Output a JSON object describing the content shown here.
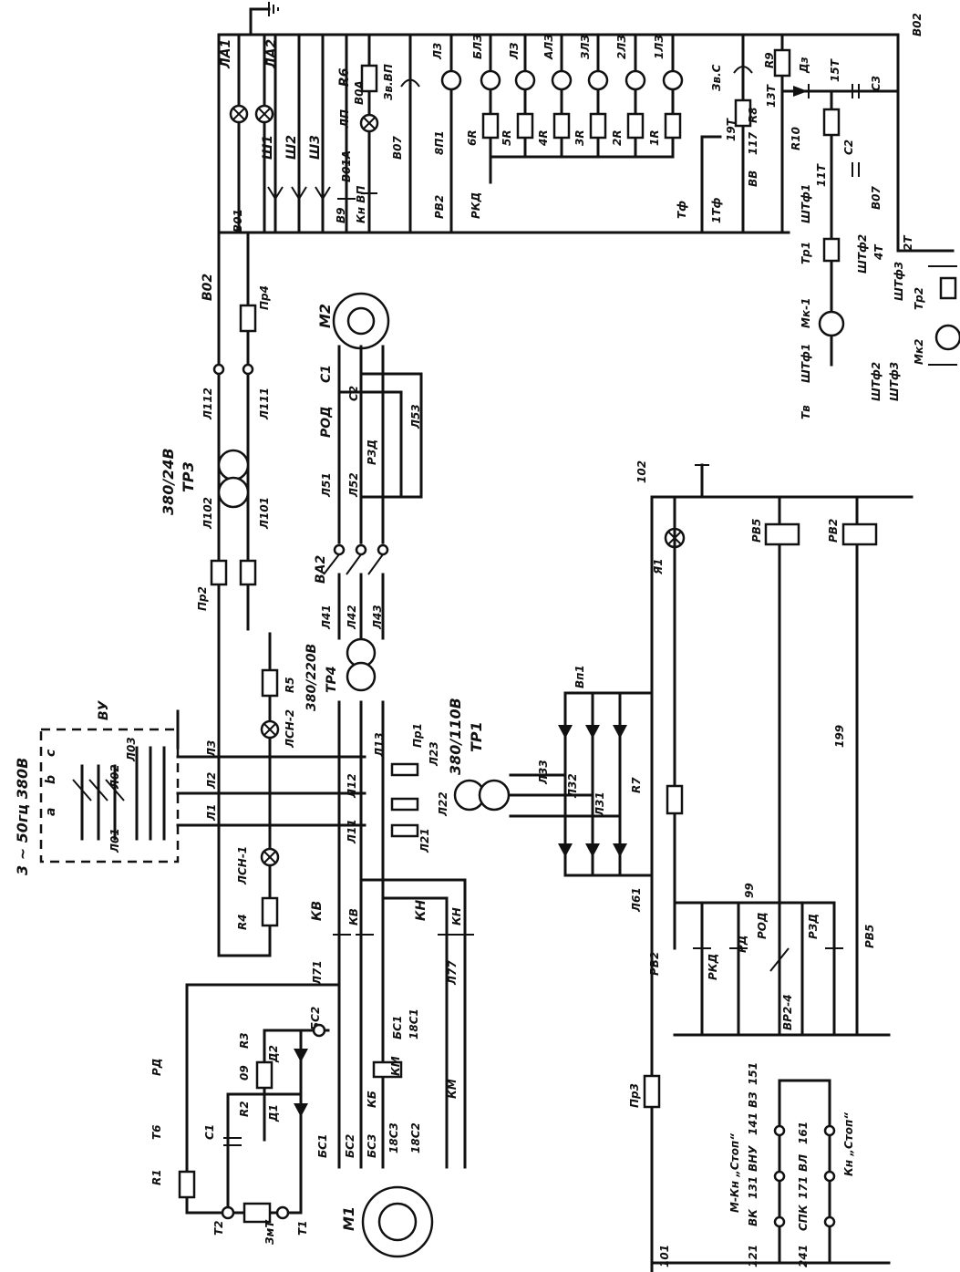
{
  "labels": {
    "supply": "3 ~ 50гц 380В",
    "phase_a": "a",
    "phase_b": "b",
    "phase_c": "c",
    "vu": "ВУ",
    "l01": "Л01",
    "l02": "Л02",
    "l03": "Л03",
    "l1": "Л1",
    "l2": "Л2",
    "l3": "Л3",
    "lsn1": "ЛСН-1",
    "lsn2": "ЛСН-2",
    "r4": "R4",
    "r5": "R5",
    "tr4_ratio": "380/220В",
    "tr4": "ТР4",
    "tr3_ratio": "380/24В",
    "tr3": "ТР3",
    "tr1_ratio": "380/110В",
    "tr1": "ТР1",
    "pr1": "Пр1",
    "pr2": "Пр2",
    "pr3": "Пр3",
    "pr4": "Пр4",
    "l11": "Л11",
    "l12": "Л12",
    "l13": "Л13",
    "l21": "Л21",
    "l22": "Л22",
    "l23": "Л23",
    "l31": "Л31",
    "l32": "Л32",
    "l33": "Л33",
    "l41": "Л41",
    "l42": "Л42",
    "l43": "Л43",
    "l51": "Л51",
    "l52": "Л52",
    "l53": "Л53",
    "l61": "Л61",
    "l71": "Л71",
    "l77": "Л77",
    "l101": "Л101",
    "l102": "Л102",
    "l111": "Л111",
    "l112": "Л112",
    "kv": "КВ",
    "kn": "КН",
    "km": "КМ",
    "kb": "КБ",
    "m1": "М1",
    "m2": "М2",
    "c1_node": "С1",
    "c2_node": "С2",
    "bs1": "БС1",
    "bs2": "БС2",
    "bs3": "БС3",
    "s18_1": "18С1",
    "s18_2": "18С2",
    "s18_3": "18С3",
    "rd": "РД",
    "r1": "R1",
    "r2": "R2",
    "r3": "R3",
    "t6": "Т6",
    "c1": "С1",
    "n09": "09",
    "d1": "Д1",
    "d2": "Д2",
    "t1": "Т1",
    "t2": "Т2",
    "zmt": "ЗмТ",
    "va2": "ВА2",
    "rod": "РОД",
    "rzd": "РЗД",
    "vp1": "Вп1",
    "r7": "R7",
    "ya1": "Я1",
    "n102": "102",
    "n99": "99",
    "n199": "199",
    "rv5": "РВ5",
    "rv2": "РВ2",
    "rkd": "РКД",
    "vr2": "ВР2-4",
    "n101": "101",
    "n121": "121",
    "n241": "241",
    "stop1": "М-Кн „Стоп“",
    "stop2": "Кн „Стоп“",
    "vk": "ВК",
    "vnu": "ВНУ",
    "vz": "ВЗ",
    "spk": "СПК",
    "vl": "ВЛ",
    "n131": "131",
    "n141": "141",
    "n151": "151",
    "n171": "171",
    "n161": "161",
    "v01": "В01",
    "v02": "В02",
    "la1": "ЛА1",
    "la2": "ЛА2",
    "sh1": "Ш1",
    "sh2": "Ш2",
    "sh3": "Ш3",
    "v9": "В9",
    "v01a": "В01А",
    "v07": "В07",
    "lp": "ЛП",
    "v0a": "В0А",
    "knvp": "Кн ВП",
    "zvvp": "Зв.ВП",
    "r6": "R6",
    "l3_top": "Л3",
    "blz": "БЛЗ",
    "alz": "АЛЗ",
    "zlz": "ЗЛЗ",
    "two_lz": "2ЛЗ",
    "one_lz": "1ЛЗ",
    "lz": "ЛЗ",
    "r6_": "6R",
    "r5_": "5R",
    "r4_": "4R",
    "r3_": "3R",
    "r2_": "2R",
    "r1_": "1R",
    "n8p1": "8П1",
    "rv2_top": "РВ2",
    "rkd_top": "РКД",
    "tf": "Тф",
    "tf1": "1Тф",
    "vv": "ВВ",
    "n117": "117",
    "r8": "R8",
    "n19t": "19Т",
    "zvs": "Зв.С",
    "r9": "R9",
    "r10": "R10",
    "dz": "Дз",
    "n13t": "13Т",
    "n15t": "15Т",
    "c3": "С3",
    "c2": "С2",
    "n11t": "11Т",
    "shtf1": "ШТф1",
    "tr1_top": "Тр1",
    "mk1": "Мк-1",
    "tv": "Тв",
    "shtf1_b": "ШТф1",
    "shtf2": "ШТф2",
    "shtf3": "ШТф3",
    "shtf2_b": "ШТф2",
    "shtf3_b": "ШТф3",
    "tr2": "Тр2",
    "mk2": "Мк2",
    "n2t": "2Т",
    "n4t": "4Т",
    "v07b": "В07",
    "v02_top": "В02",
    "v02_right": "В02"
  }
}
